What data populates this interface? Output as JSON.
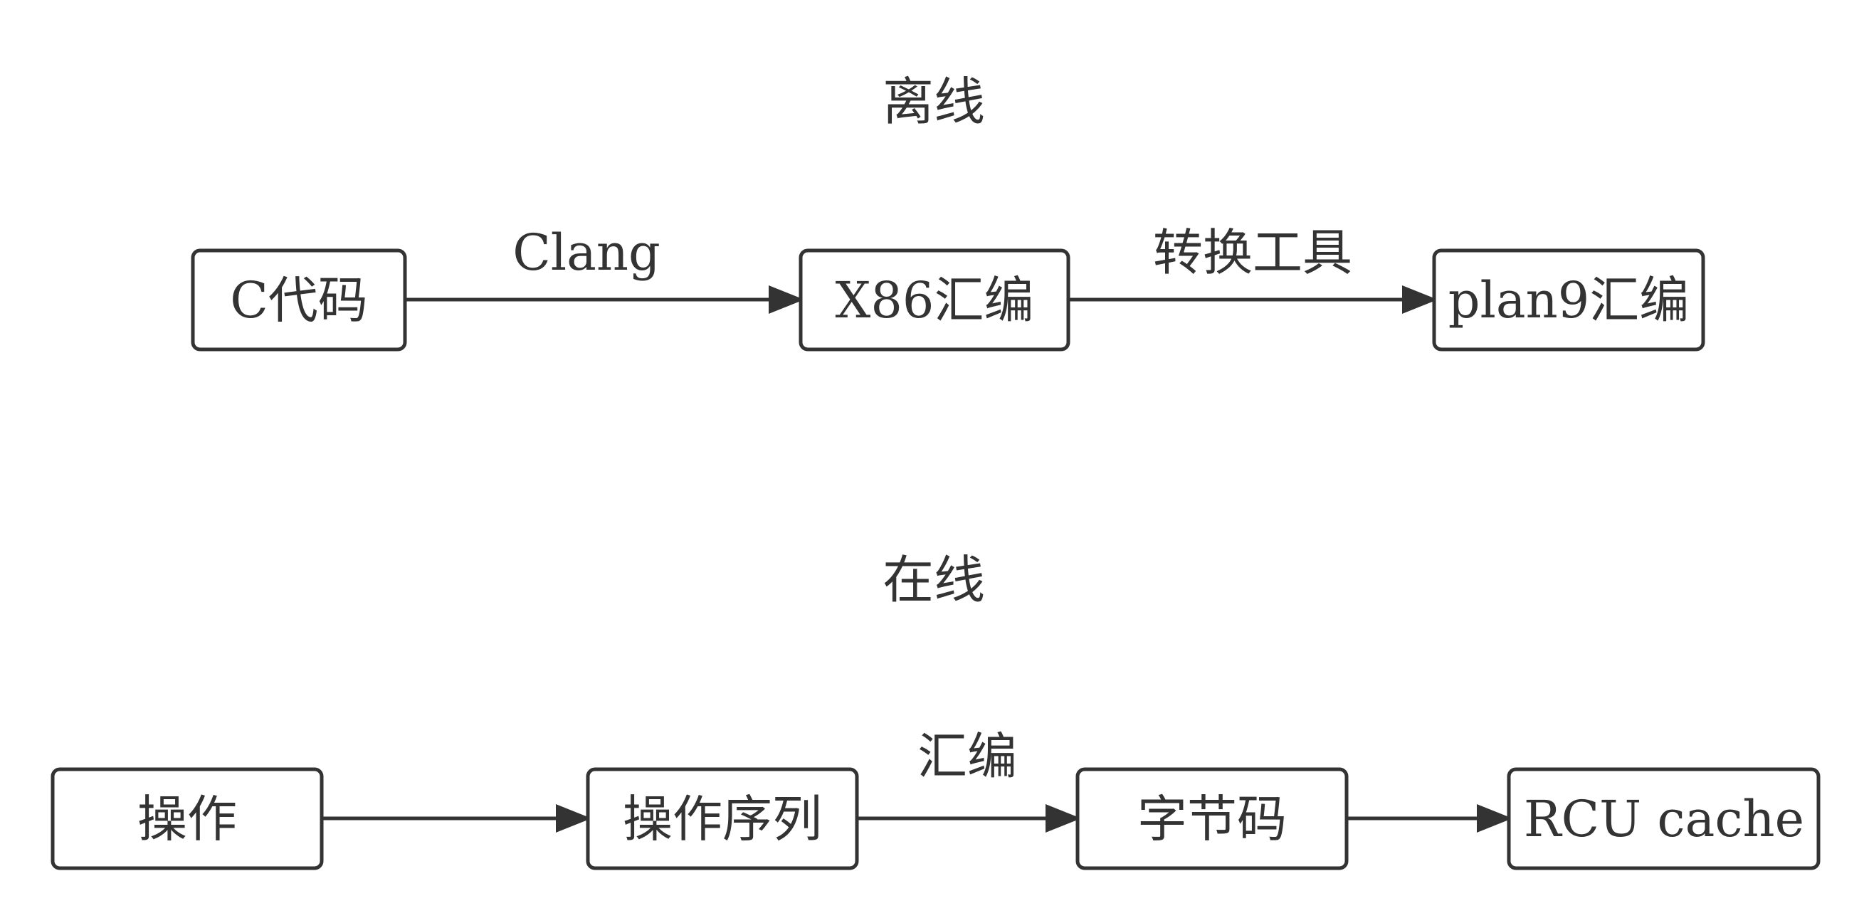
{
  "sections": {
    "offline": {
      "title": "离线",
      "nodes": [
        "C代码",
        "X86汇编",
        "plan9汇编"
      ],
      "edge_labels": [
        "Clang",
        "转换工具"
      ]
    },
    "online": {
      "title": "在线",
      "nodes": [
        "操作",
        "操作序列",
        "字节码",
        "RCU cache"
      ],
      "edge_labels": [
        "汇编"
      ]
    }
  },
  "colors": {
    "stroke": "#333333",
    "text": "#333333",
    "background": "#ffffff"
  }
}
